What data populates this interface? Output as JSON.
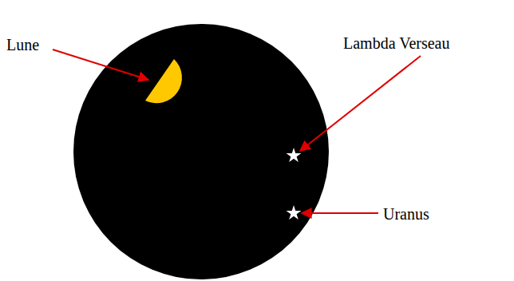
{
  "diagram": {
    "labels": [
      "Lune",
      "Lambda Verseau",
      "Uranus"
    ]
  }
}
